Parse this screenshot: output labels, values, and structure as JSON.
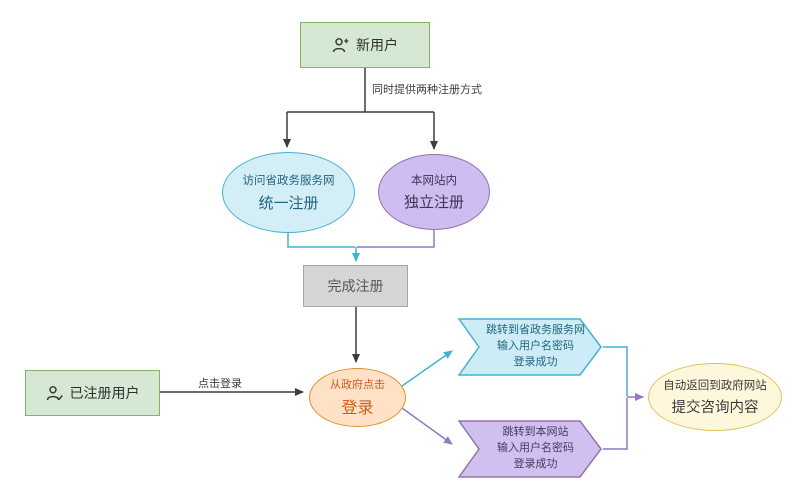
{
  "diagram": {
    "nodes": {
      "new_user": {
        "label": "新用户",
        "icon": "person-add-icon"
      },
      "unified_register": {
        "line1": "访问省政务服务网",
        "line2": "统一注册"
      },
      "independent_register": {
        "line1": "本网站内",
        "line2": "独立注册"
      },
      "complete_register": {
        "label": "完成注册"
      },
      "registered_user": {
        "label": "已注册用户",
        "icon": "person-check-icon"
      },
      "gov_click_login": {
        "line1": "从政府点击",
        "line2": "登录"
      },
      "gov_site_login": {
        "line1": "跳转到省政务服务网",
        "line2": "输入用户名密码",
        "line3": "登录成功"
      },
      "this_site_login": {
        "line1": "跳转到本网站",
        "line2": "输入用户名密码",
        "line3": "登录成功"
      },
      "return_submit": {
        "line1": "自动返回到政府网站",
        "line2": "提交咨询内容"
      }
    },
    "edge_labels": {
      "register_methods": "同时提供两种注册方式",
      "click_login": "点击登录"
    },
    "colors": {
      "green_fill": "#d5e8d4",
      "green_border": "#82b366",
      "cyan_fill": "#d4eef7",
      "cyan_border": "#45b0d6",
      "purple_fill": "#cdbdf0",
      "purple_border": "#9673a6",
      "gray_fill": "#d5d5d5",
      "gray_border": "#a6a6a6",
      "orange_fill": "#ffe2c5",
      "orange_border": "#e0912e",
      "yellow_fill": "#fff7dc",
      "yellow_border": "#ddc35c",
      "black_line": "#3d3d3d"
    }
  }
}
